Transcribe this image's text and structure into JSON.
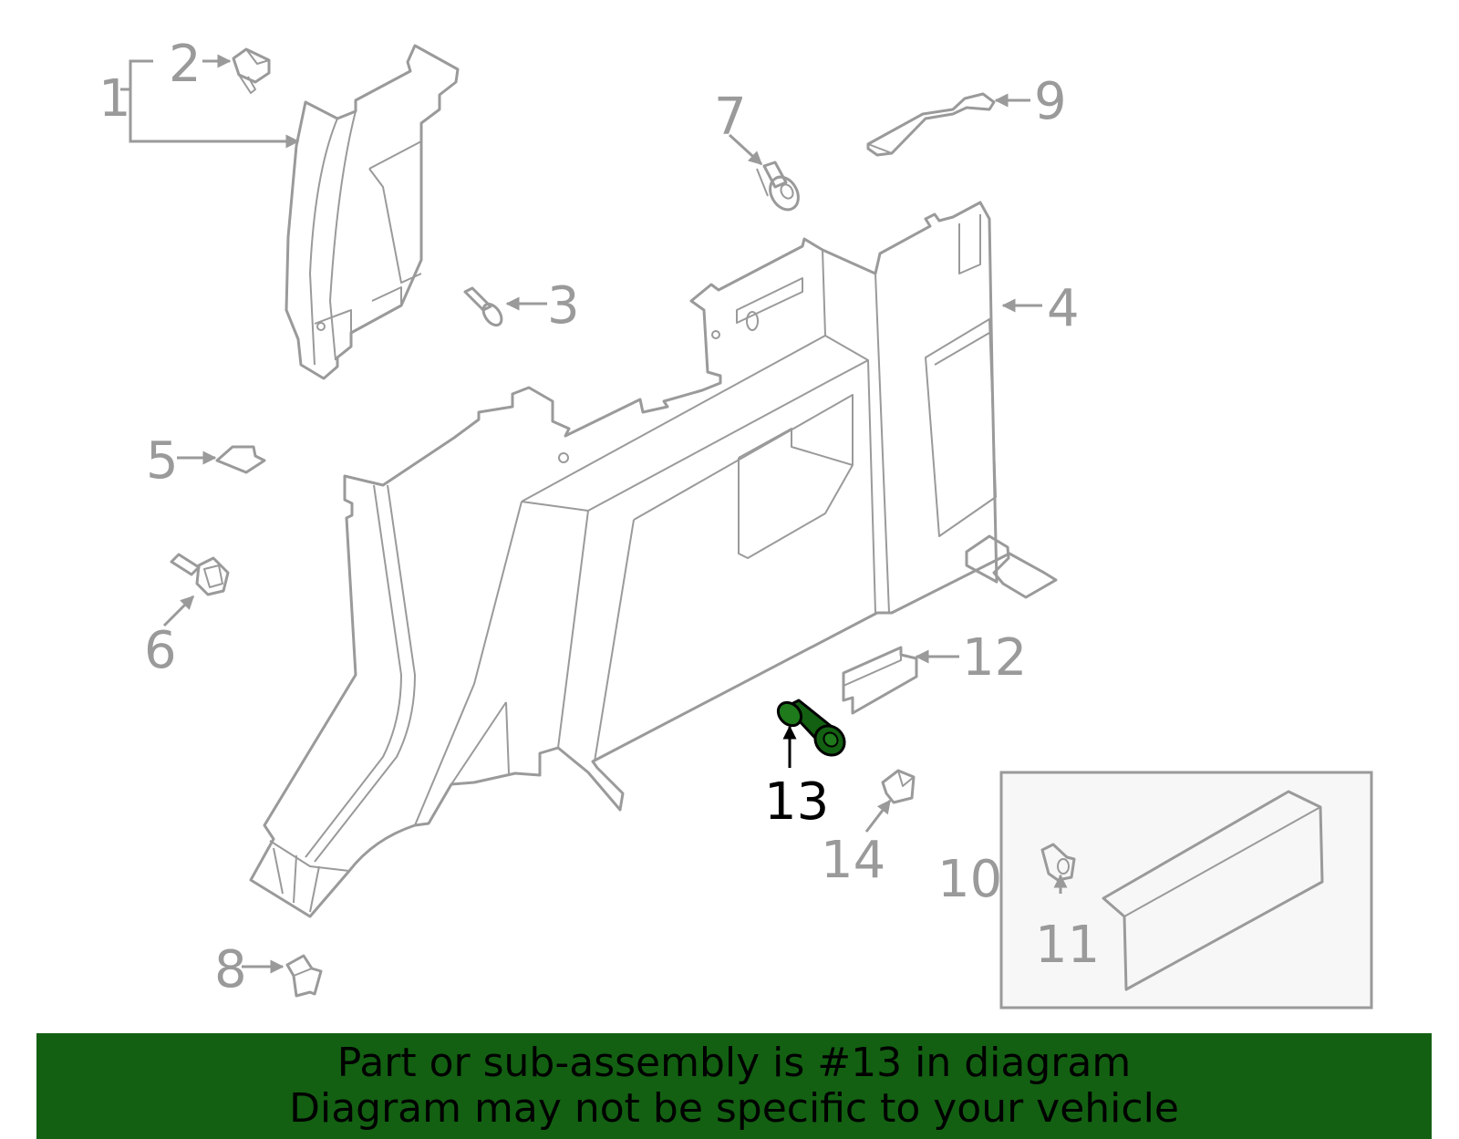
{
  "diagram": {
    "highlighted_part": "13",
    "highlight_color": "#136012",
    "line_color": "#9a9a9a",
    "callouts": {
      "c1": "1",
      "c2": "2",
      "c3": "3",
      "c4": "4",
      "c5": "5",
      "c6": "6",
      "c7": "7",
      "c8": "8",
      "c9": "9",
      "c10": "10",
      "c11": "11",
      "c12": "12",
      "c13": "13",
      "c14": "14"
    }
  },
  "banner": {
    "line1": "Part or sub-assembly is #13 in diagram",
    "line2": "Diagram may not be specific to your vehicle",
    "background": "#136012"
  }
}
